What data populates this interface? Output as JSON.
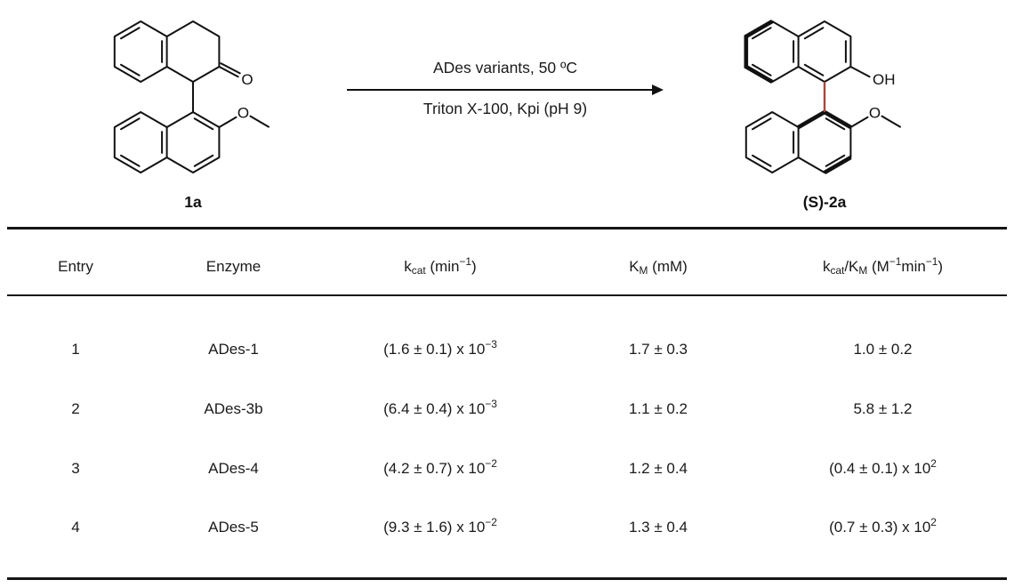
{
  "figure": {
    "scheme": {
      "substrate": {
        "label": "1a",
        "ketone_atom": "O",
        "methoxy_atom": "O"
      },
      "product": {
        "label": "(S)-2a",
        "hydroxyl_atom": "OH",
        "methoxy_atom": "O"
      },
      "conditions_line1": "ADes variants, 50 ºC",
      "conditions_line2": "Triton X-100, Kpi (pH 9)",
      "highlight_bond_color": "#a8473a",
      "bond_color": "#111111"
    },
    "table": {
      "headers": [
        "Entry",
        "Enzyme",
        "k~cat~ (min^−1^)",
        "K~M~ (mM)",
        "k~cat~/K~M~ (M^−1^min^−1^)"
      ],
      "rows": [
        [
          "1",
          "ADes-1",
          "(1.6 ± 0.1) x 10^−3^",
          "1.7 ± 0.3",
          "1.0 ± 0.2"
        ],
        [
          "2",
          "ADes-3b",
          "(6.4 ± 0.4) x 10^−3^",
          "1.1 ± 0.2",
          "5.8 ± 1.2"
        ],
        [
          "3",
          "ADes-4",
          "(4.2 ± 0.7) x 10^−2^",
          "1.2 ± 0.4",
          "(0.4 ± 0.1) x 10^2^"
        ],
        [
          "4",
          "ADes-5",
          "(9.3 ± 1.6) x 10^−2^",
          "1.3 ± 0.4",
          "(0.7 ± 0.3) x 10^2^"
        ]
      ]
    }
  }
}
